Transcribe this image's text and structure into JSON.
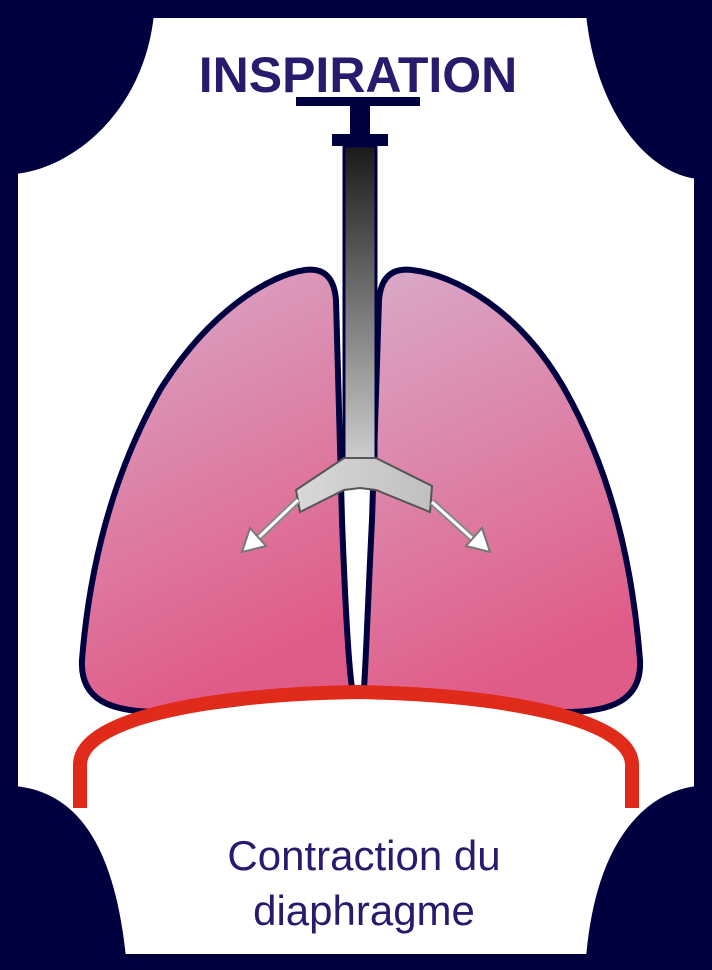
{
  "title": "INSPIRATION",
  "caption": {
    "line1": "Contraction du",
    "line2": "diaphragme"
  },
  "colors": {
    "background": "#000040",
    "panel": "#ffffff",
    "outline": "#000040",
    "diaphragm": "#e02a1a",
    "text": "#2a1a6e",
    "lung_top": "#d4a4c4",
    "lung_bottom": "#e0608a",
    "trachea_top": "#222222",
    "trachea_bottom": "#c8c8c8"
  },
  "icons": {
    "left_arrow": "arrow-down-left-icon",
    "right_arrow": "arrow-down-right-icon"
  }
}
